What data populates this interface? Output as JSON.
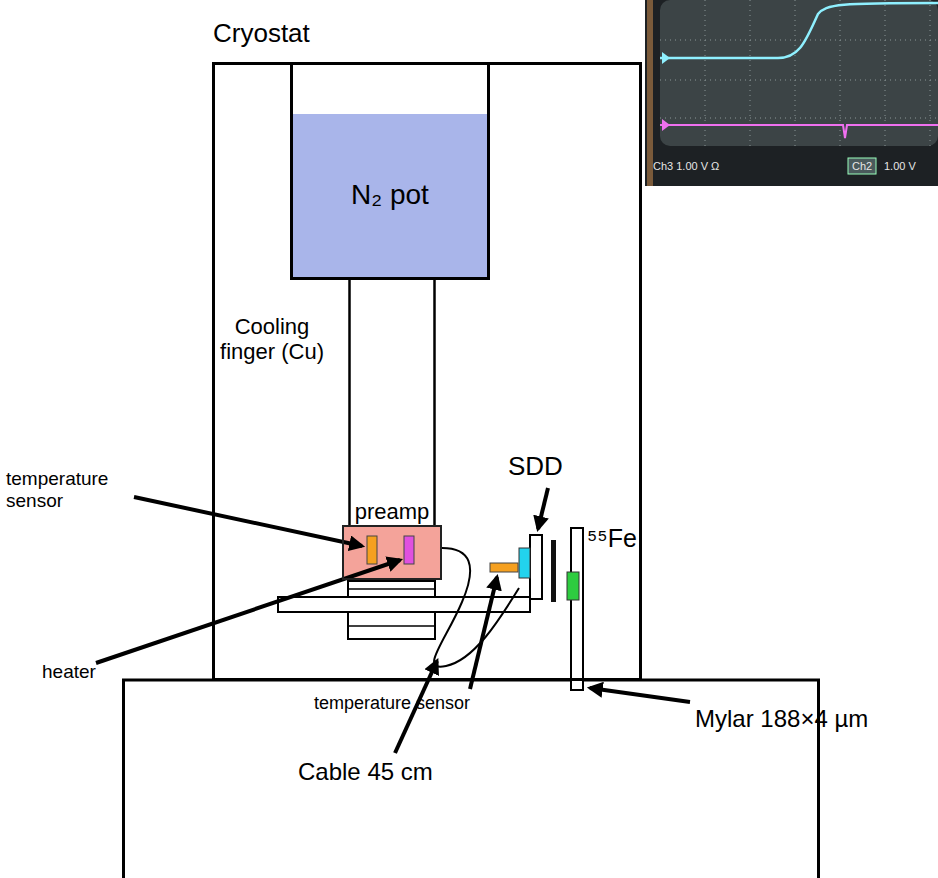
{
  "diagram": {
    "nodes": [
      {
        "text": [
          "Cryostat"
        ]
      },
      {
        "text": [
          "N₂ pot"
        ],
        "in": 0
      },
      {
        "text": [
          "preamp"
        ],
        "in": 0
      }
    ],
    "labels": [
      "Cooling finger (Cu)",
      "SDD",
      "⁵⁵Fe",
      "temperature sensor",
      "heater",
      "temperature sensor",
      "Cable 45 cm",
      "Mylar 188×4 µm",
      "Ch3 1.00 V Ω",
      "Ch2",
      "1.00 V"
    ]
  }
}
